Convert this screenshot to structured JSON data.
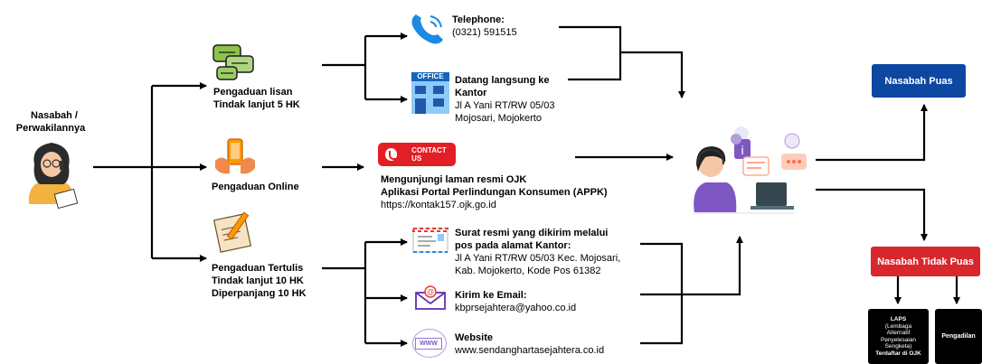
{
  "source": {
    "line1": "Nasabah /",
    "line2": "Perwakilannya"
  },
  "channels": {
    "lisan": {
      "title": "Pengaduan lisan",
      "subtitle": "Tindak lanjut 5 HK"
    },
    "online": {
      "title": "Pengaduan Online"
    },
    "tertulis": {
      "title": "Pengaduan Tertulis",
      "line2": "Tindak lanjut 10 HK",
      "line3": "Diperpanjang 10 HK"
    }
  },
  "telephone": {
    "label": "Telephone:",
    "value": "(0321) 591515"
  },
  "office": {
    "sign": "OFFICE",
    "label1": "Datang langsung ke",
    "label2": "Kantor",
    "addr1": "Jl A Yani RT/RW 05/03",
    "addr2": "Mojosari, Mojokerto"
  },
  "online_web": {
    "button": "CONTACT US",
    "title1": "Mengunjungi laman resmi OJK",
    "title2": "Aplikasi Portal Perlindungan Konsumen (APPK)",
    "url": "https://kontak157.ojk.go.id"
  },
  "letter": {
    "title1": "Surat resmi yang dikirim melalui",
    "title2": "pos pada alamat Kantor:",
    "addr1": "Jl A Yani RT/RW 05/03 Kec. Mojosari,",
    "addr2": "Kab. Mojokerto, Kode Pos 61382"
  },
  "email": {
    "label": "Kirim ke Email:",
    "value": "kbprsejahtera@yahoo.co.id"
  },
  "website": {
    "label": "Website",
    "value": "www.sendanghartasejahtera.co.id",
    "icon_text": "WWW"
  },
  "outcomes": {
    "puas": "Nasabah Puas",
    "tidak_puas": "Nasabah Tidak Puas",
    "laps": {
      "l1": "LAPS",
      "l2": "(Lembaga",
      "l3": "Alternatif",
      "l4": "Penyelesaian",
      "l5": "Sengketa)",
      "l6": "Terdaftar di OJK"
    },
    "pengadilan": "Pengadilan"
  },
  "colors": {
    "blue_box": "#0d47a1",
    "red_box": "#d8272d",
    "contact_red": "#e31e24",
    "line": "#000000"
  }
}
